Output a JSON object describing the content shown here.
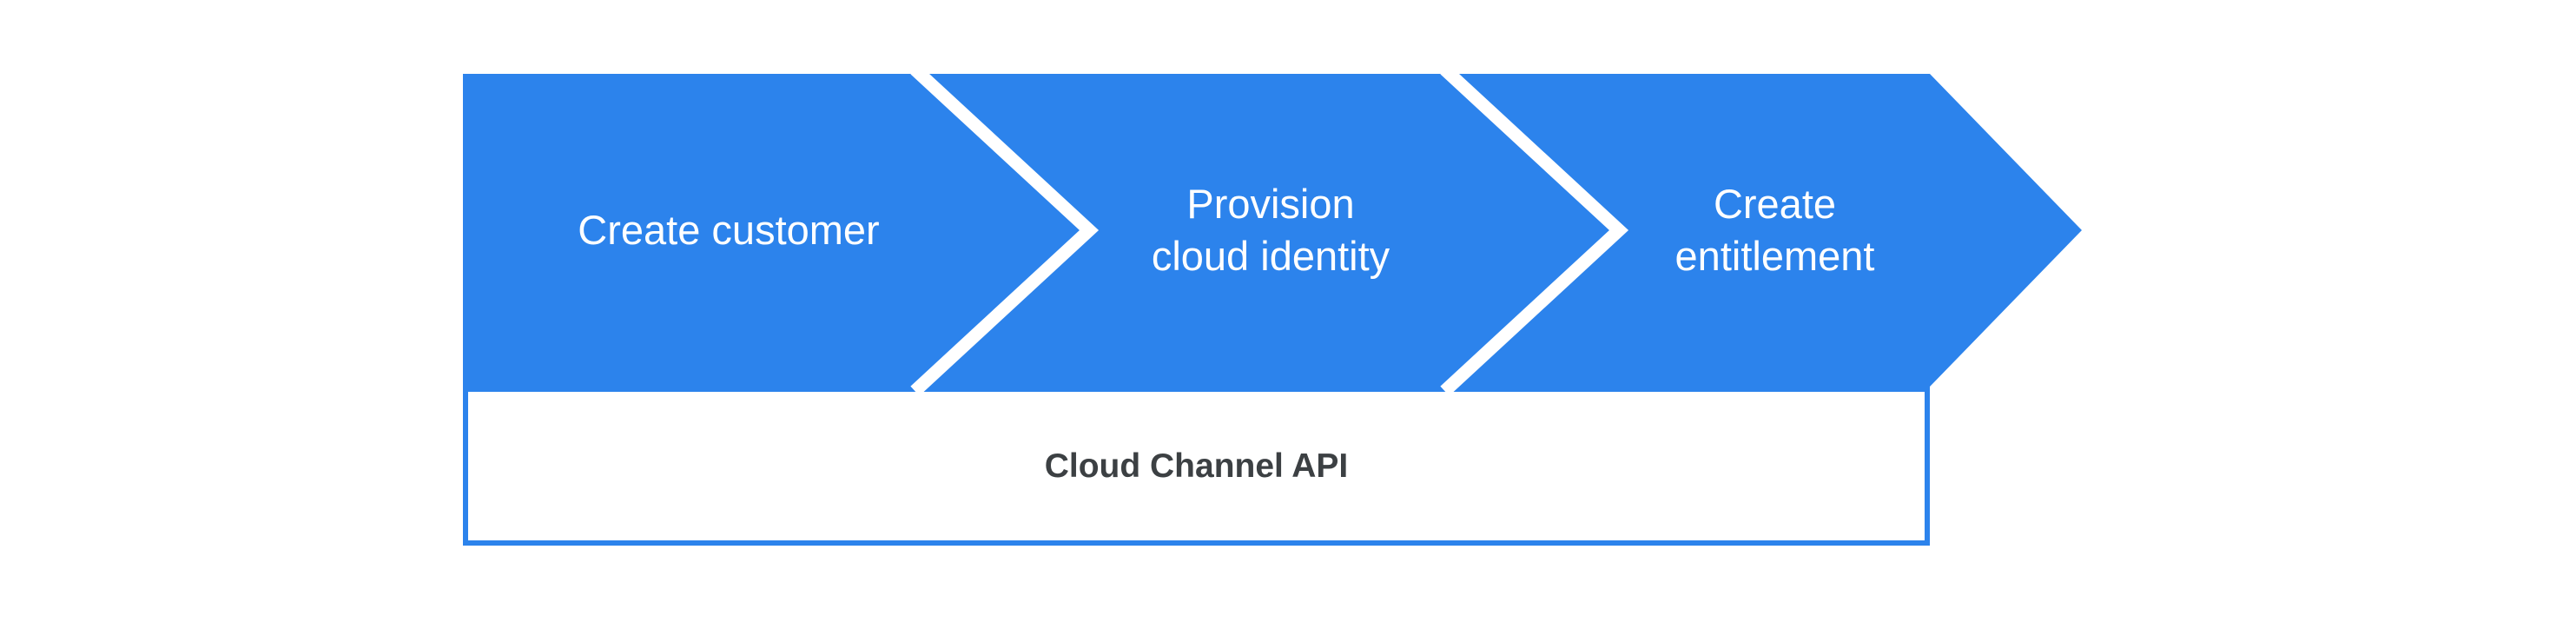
{
  "diagram": {
    "colors": {
      "accent": "#2C83EC",
      "step-text": "#FFFFFF",
      "api-text": "#3C4043",
      "bg": "#FFFFFF"
    },
    "steps": [
      {
        "label": "Create customer"
      },
      {
        "label": "Provision\ncloud identity"
      },
      {
        "label": "Create\nentitlement"
      }
    ],
    "api_bar": {
      "label": "Cloud Channel API"
    }
  }
}
